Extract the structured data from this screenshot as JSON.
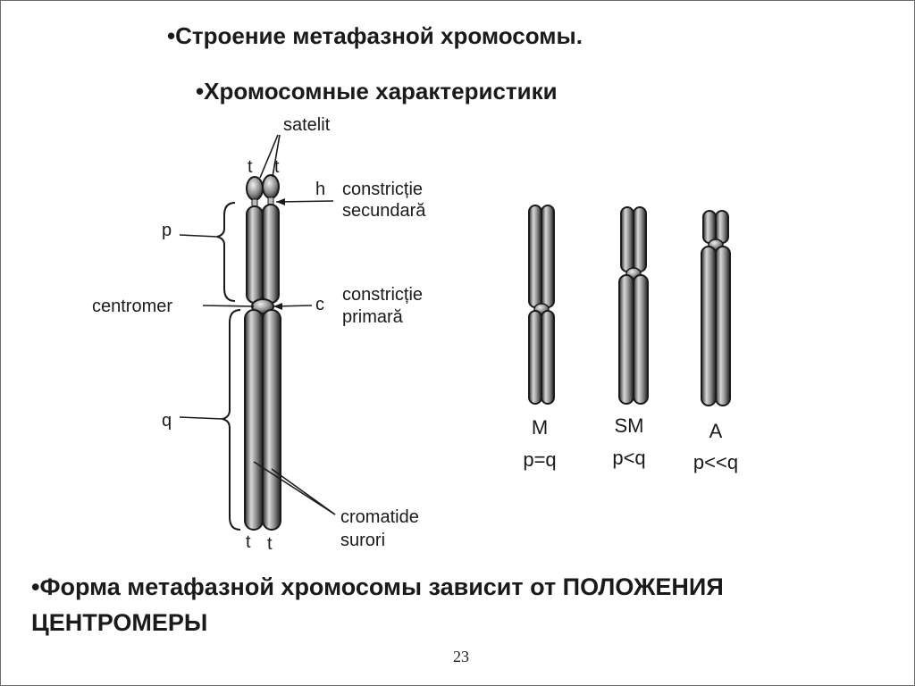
{
  "slide": {
    "title_line1": "•Строение метафазной хромосомы.",
    "title_line2": "•Хромосомные характеристики",
    "bottom_text": "•Форма метафазной хромосомы зависит от ПОЛОЖЕНИЯ ЦЕНТРОМЕРЫ",
    "page_number": "23"
  },
  "labels": {
    "satelit": "satelit",
    "t": "t",
    "h": "h",
    "constrictie": "constricție",
    "secundara": "secundară",
    "p": "p",
    "centromer": "centromer",
    "c": "c",
    "primara": "primară",
    "q": "q",
    "cromatide": "cromatide",
    "surori": "surori"
  },
  "types": [
    {
      "code": "M",
      "ratio": "p=q"
    },
    {
      "code": "SM",
      "ratio": "p<q"
    },
    {
      "code": "A",
      "ratio": "p<<q"
    }
  ]
}
